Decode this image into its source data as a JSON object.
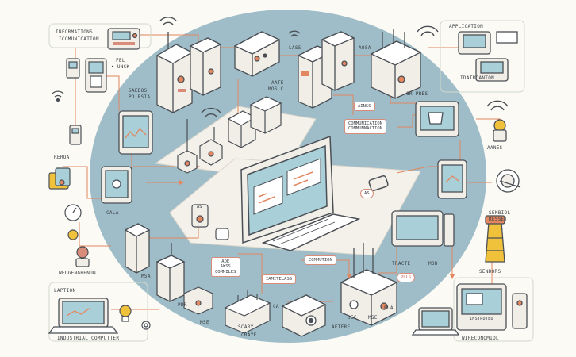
{
  "colors": {
    "background": "#fbfaf4",
    "network_area": "#9fbdc8",
    "connector": "#e2875f",
    "device_body": "#f1eee8",
    "device_outline": "#4a4f55",
    "screen": "#a9cfd8",
    "accent_red": "#d98c7a",
    "warning_yellow": "#f0c23c"
  },
  "labels": {
    "top_left_title": "INFORMATIONS",
    "top_left_sub": "ICOMUNICATION",
    "top_right_title": "APPLICATION",
    "top_right_sub": "IDATRCANTON",
    "left_small_1": "FEL",
    "left_small_2": "• UNCK",
    "left_mid_1": "SAEDOS",
    "left_mid_2": "PD RSIA",
    "left_low_1": "REROAT",
    "left_low_2": "CALA",
    "left_low_3": "WEDGENGRENUN",
    "top_center_1": "AATE",
    "top_center_2": "MOSLC",
    "top_center_3": "LASS",
    "top_center_4": "AOSA",
    "top_right_small": "GR PRES",
    "right_small_1": "AANES",
    "right_small_2": "SENBIOL",
    "right_small_3": "RESSET",
    "right_small_4": "SENDORS",
    "center_left": "AS",
    "center_right": "AS",
    "bottom_left_title": "LAPTION",
    "bottom_left_caption": "INDUSTRIAL COMPUTTER",
    "bottom_right_caption": "WIRECONOMIDL",
    "bottom_right_screen": "INSTRUTED",
    "bottom_mid_1": "MSA",
    "bottom_mid_2": "PDR",
    "bottom_mid_3": "MSE",
    "bottom_mid_4": "SCARY",
    "bottom_mid_5": "CRAYE",
    "bottom_mid_6": "CA",
    "bottom_mid_7": "AETERE",
    "bottom_mid_8": "DEC",
    "bottom_mid_9": "MSE",
    "bottom_mid_10": "TRACTE",
    "bottom_mid_11": "MOD",
    "bottom_mid_12": "ELA"
  },
  "tags": {
    "ains": "AINSS",
    "comm_1": "COMMUNICATION",
    "comm_2": "COMMUNNACTION",
    "aws_1": "ADE",
    "aws_2": "AWSS",
    "aws_3": "COMMILES",
    "comm_bottom": "COMMUTION",
    "wireless": "IAMITELASS",
    "plls": "PLLS"
  }
}
